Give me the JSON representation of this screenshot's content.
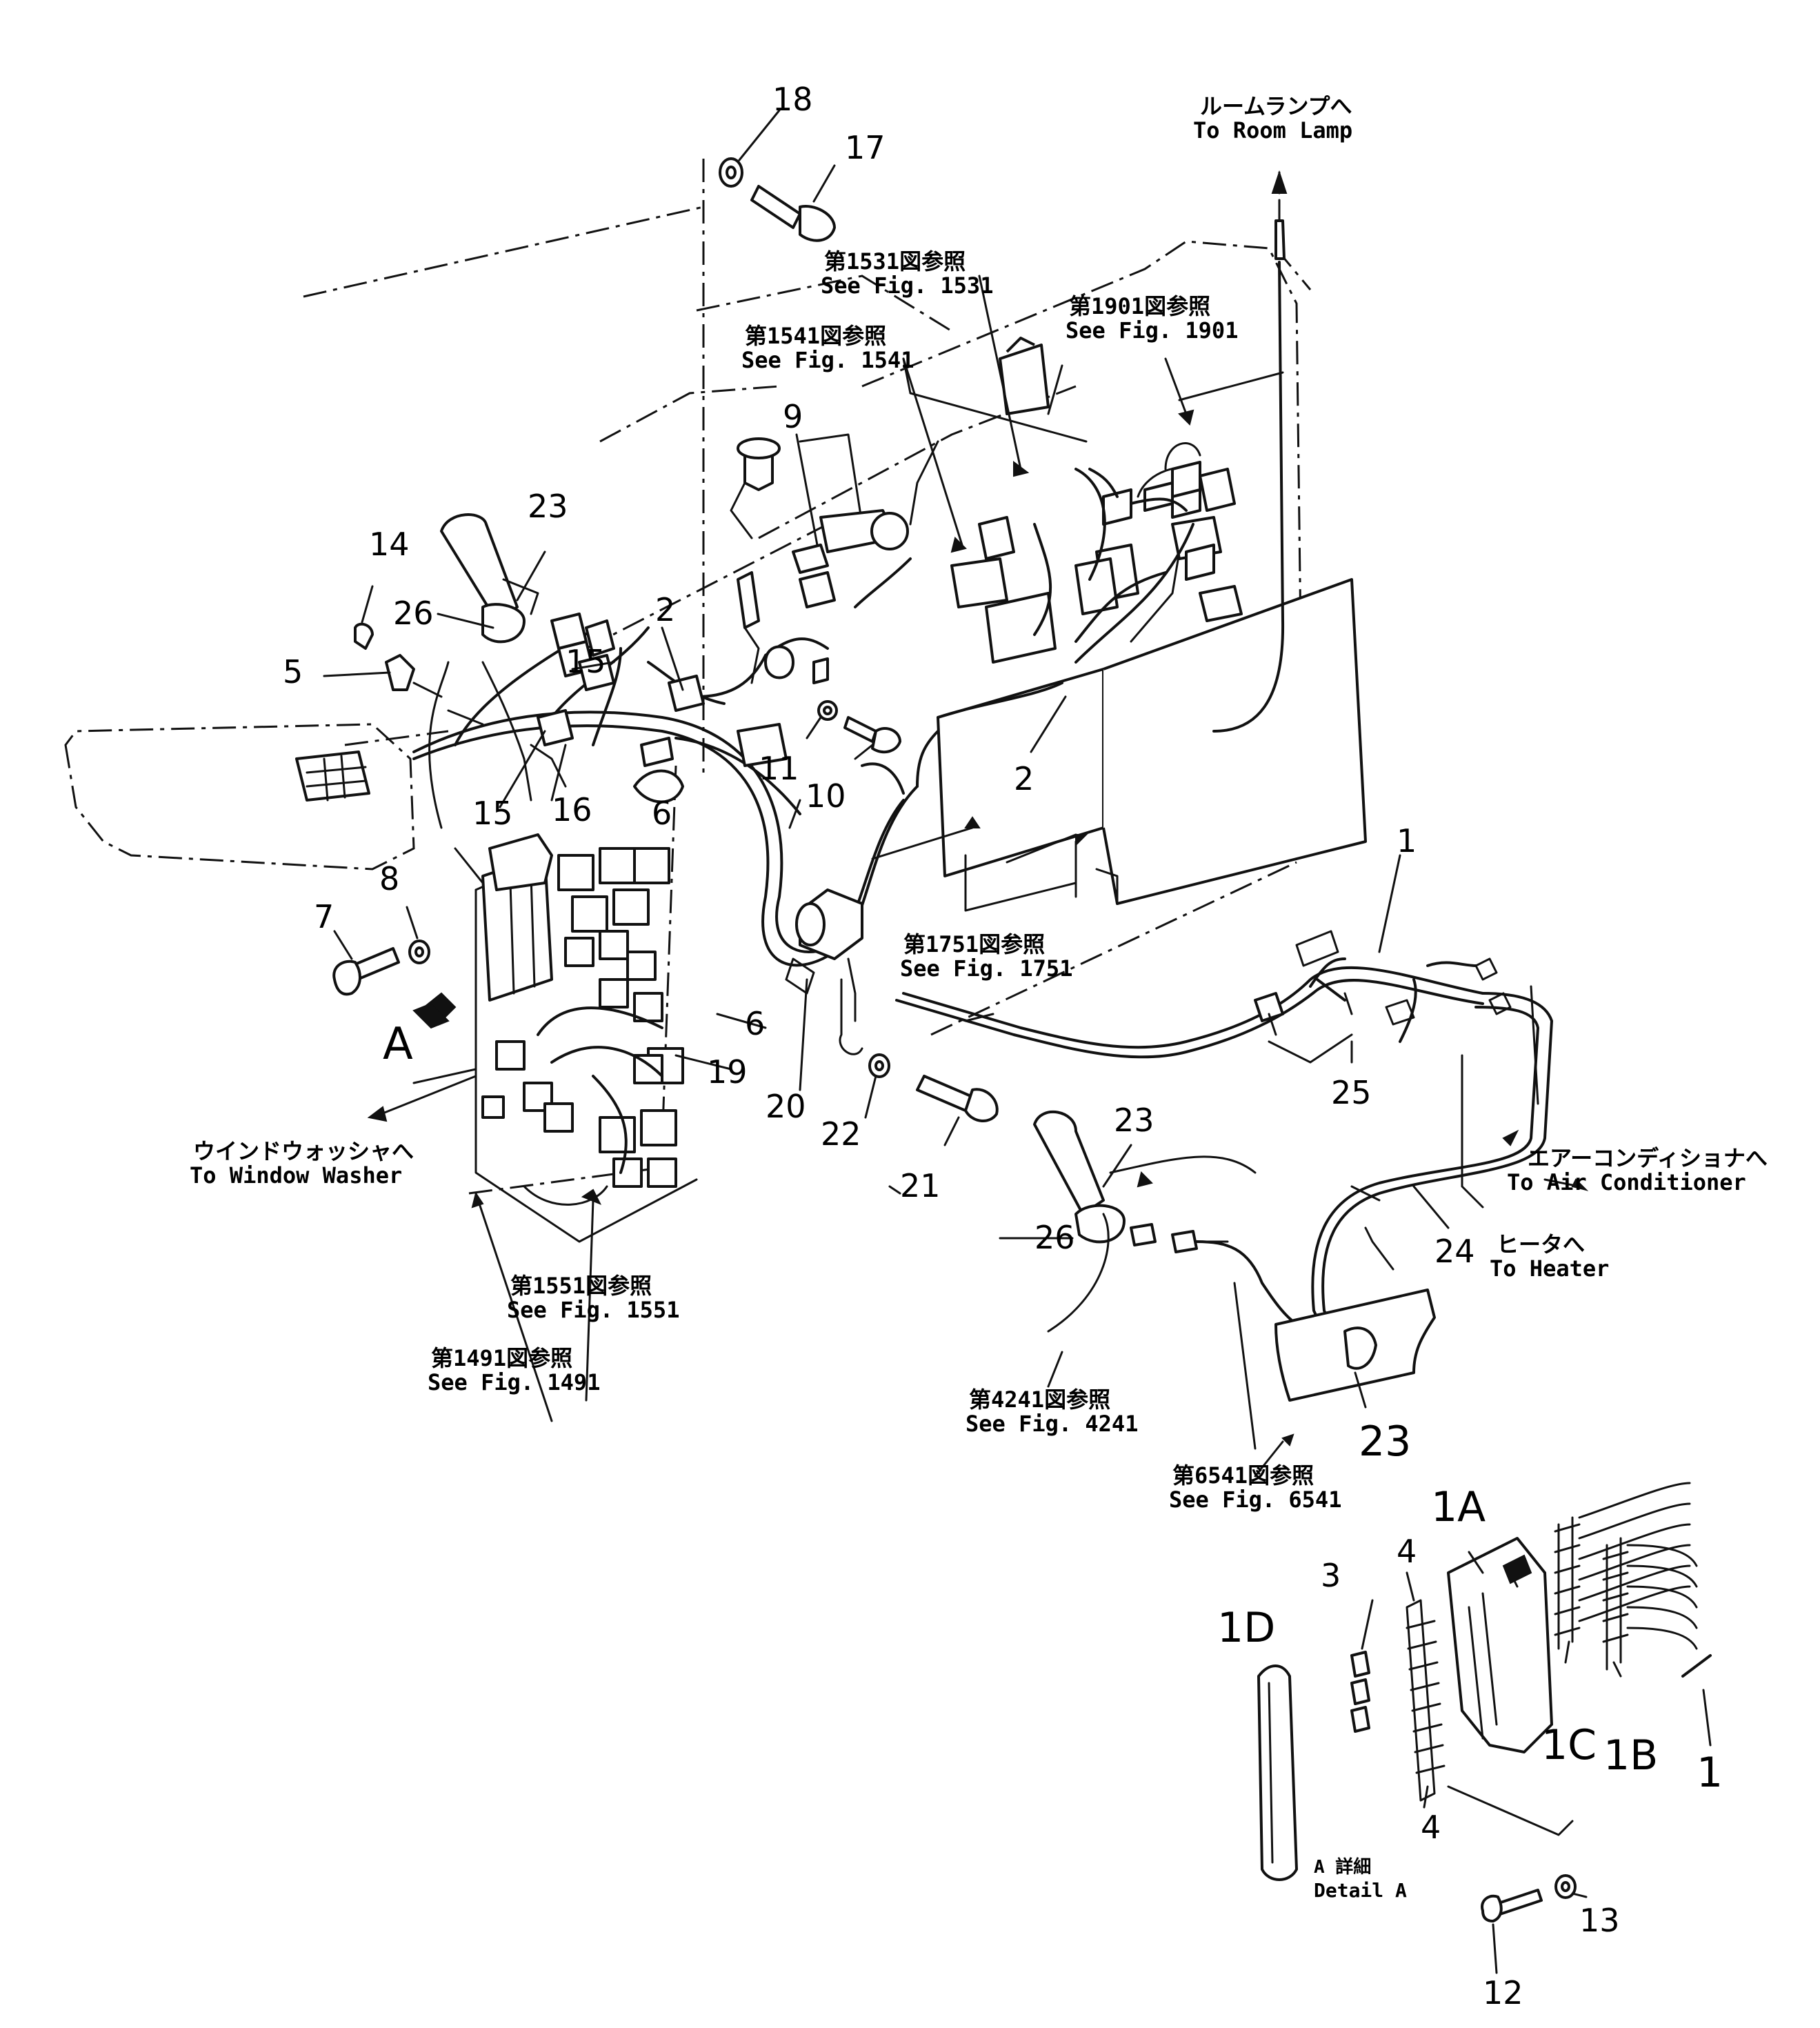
{
  "callouts": [
    {
      "id": "c18",
      "text": "18"
    },
    {
      "id": "c17",
      "text": "17"
    },
    {
      "id": "c9",
      "text": "9"
    },
    {
      "id": "c23a",
      "text": "23"
    },
    {
      "id": "c14",
      "text": "14"
    },
    {
      "id": "c26a",
      "text": "26"
    },
    {
      "id": "c2a",
      "text": "2"
    },
    {
      "id": "c15a",
      "text": "15"
    },
    {
      "id": "c5",
      "text": "5"
    },
    {
      "id": "c15b",
      "text": "15"
    },
    {
      "id": "c16",
      "text": "16"
    },
    {
      "id": "c6a",
      "text": "6"
    },
    {
      "id": "c11",
      "text": "11"
    },
    {
      "id": "c10",
      "text": "10"
    },
    {
      "id": "c2b",
      "text": "2"
    },
    {
      "id": "c8",
      "text": "8"
    },
    {
      "id": "c7",
      "text": "7"
    },
    {
      "id": "c6b",
      "text": "6"
    },
    {
      "id": "c19",
      "text": "19"
    },
    {
      "id": "c20",
      "text": "20"
    },
    {
      "id": "c22",
      "text": "22"
    },
    {
      "id": "c21",
      "text": "21"
    },
    {
      "id": "c1a",
      "text": "1"
    },
    {
      "id": "c25",
      "text": "25"
    },
    {
      "id": "c24",
      "text": "24"
    },
    {
      "id": "c23b",
      "text": "23"
    },
    {
      "id": "c26b",
      "text": "26"
    },
    {
      "id": "c23c",
      "text": "23"
    },
    {
      "id": "c4a",
      "text": "4"
    },
    {
      "id": "c3",
      "text": "3"
    },
    {
      "id": "c4b",
      "text": "4"
    },
    {
      "id": "c12",
      "text": "12"
    },
    {
      "id": "c13",
      "text": "13"
    },
    {
      "id": "c1b",
      "text": "1"
    }
  ],
  "big_callouts": [
    {
      "id": "c1A",
      "text": "1A"
    },
    {
      "id": "c1D",
      "text": "1D"
    },
    {
      "id": "c1C",
      "text": "1C"
    },
    {
      "id": "c1B",
      "text": "1B"
    }
  ],
  "view_letter": "A",
  "references": [
    {
      "id": "room-lamp",
      "jp": "ルームランプへ",
      "en": "To Room Lamp"
    },
    {
      "id": "fig1531",
      "jp": "第1531図参照",
      "en": "See Fig. 1531"
    },
    {
      "id": "fig1541",
      "jp": "第1541図参照",
      "en": "See Fig. 1541"
    },
    {
      "id": "fig1901",
      "jp": "第1901図参照",
      "en": "See Fig. 1901"
    },
    {
      "id": "fig1751",
      "jp": "第1751図参照",
      "en": "See Fig. 1751"
    },
    {
      "id": "window-washer",
      "jp": "ウインドウォッシャへ",
      "en": "To Window Washer"
    },
    {
      "id": "fig1551",
      "jp": "第1551図参照",
      "en": "See Fig. 1551"
    },
    {
      "id": "fig1491",
      "jp": "第1491図参照",
      "en": "See Fig. 1491"
    },
    {
      "id": "air-conditioner",
      "jp": "エアーコンディショナへ",
      "en": "To Air Conditioner"
    },
    {
      "id": "heater",
      "jp": "ヒータへ",
      "en": "To Heater"
    },
    {
      "id": "fig4241",
      "jp": "第4241図参照",
      "en": "See Fig. 4241"
    },
    {
      "id": "fig6541",
      "jp": "第6541図参照",
      "en": "See Fig. 6541"
    },
    {
      "id": "detail-a",
      "jp": "A 詳細",
      "en": "Detail A"
    }
  ]
}
